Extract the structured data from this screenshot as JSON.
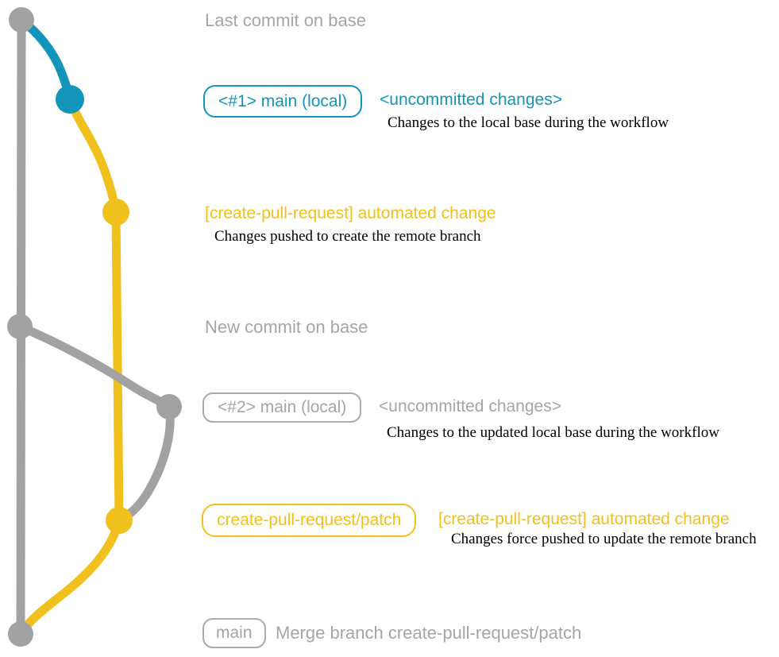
{
  "colors": {
    "base_gray": "#a2a2a2",
    "local_teal": "#1295b8",
    "patch_yellow": "#f0c11c",
    "annotation_gray": "#a5a5a5",
    "description_black": "#000000",
    "background": "#ffffff"
  },
  "annotations": {
    "last_commit": "Last commit on base",
    "new_commit": "New commit on base"
  },
  "rows": {
    "row1": {
      "tag": "<#1> main (local)",
      "heading": "<uncommitted changes>",
      "description": "Changes to the local base during the workflow"
    },
    "row2": {
      "heading": "[create-pull-request] automated change",
      "description": "Changes pushed to create the remote branch"
    },
    "row3": {
      "tag": "<#2> main (local)",
      "heading": "<uncommitted changes>",
      "description": "Changes to the updated local base during the workflow"
    },
    "row4": {
      "tag": "create-pull-request/patch",
      "heading": "[create-pull-request] automated change",
      "description": "Changes force pushed to update the remote branch"
    },
    "row5": {
      "tag": "main",
      "heading": "Merge branch create-pull-request/patch"
    }
  }
}
